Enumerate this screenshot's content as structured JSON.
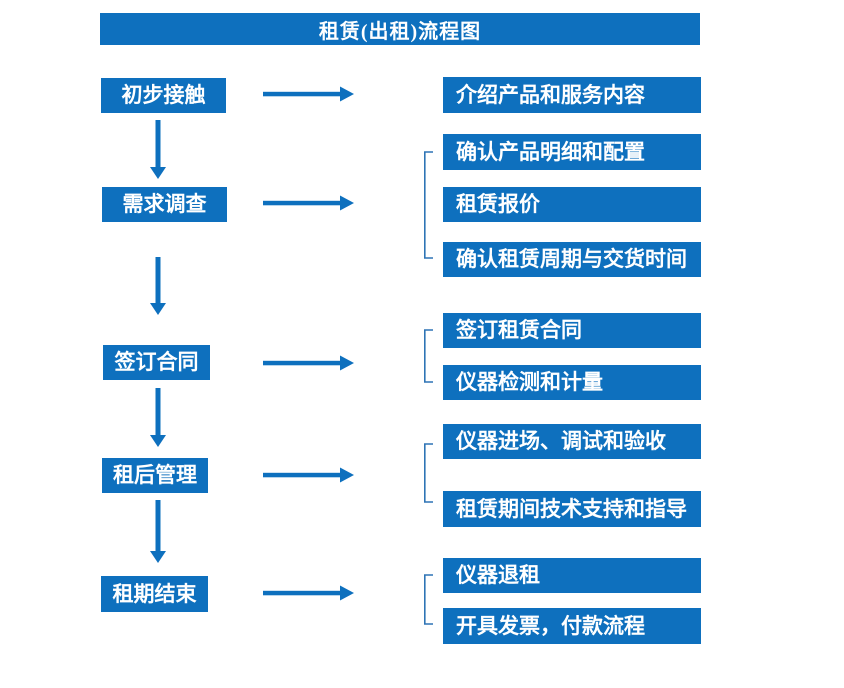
{
  "title": "租赁(出租)流程图",
  "colors": {
    "primary": "#0e70be",
    "bracket": "#2e74b5",
    "text_on_primary": "#ffffff",
    "background": "#ffffff"
  },
  "flow": {
    "direction": "top-to-bottom, each step branches right to its outputs",
    "steps": [
      {
        "label": "初步接触",
        "outputs": [
          "介绍产品和服务内容"
        ]
      },
      {
        "label": "需求调查",
        "outputs": [
          "确认产品明细和配置",
          "租赁报价",
          "确认租赁周期与交货时间"
        ]
      },
      {
        "label": "签订合同",
        "outputs": [
          "签订租赁合同",
          "仪器检测和计量"
        ]
      },
      {
        "label": "租后管理",
        "outputs": [
          "仪器进场、调试和验收",
          "租赁期间技术支持和指导"
        ]
      },
      {
        "label": "租期结束",
        "outputs": [
          "仪器退租",
          "开具发票，付款流程"
        ]
      }
    ]
  }
}
